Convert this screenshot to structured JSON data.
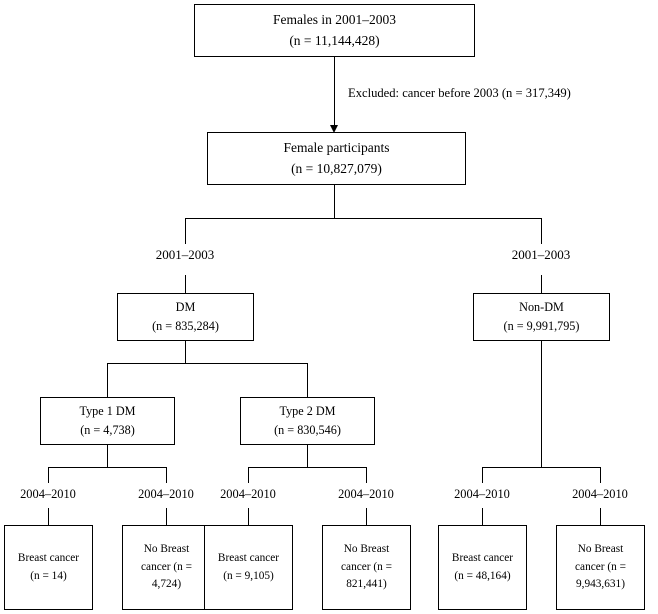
{
  "figure": {
    "type": "flowchart",
    "description": "Study population selection flow diagram for breast cancer risk in women with diabetes mellitus"
  },
  "nodes": {
    "root": {
      "title": "Females in 2001–2003",
      "count": "(n = 11,144,428)"
    },
    "participants": {
      "title": "Female participants",
      "count": "(n = 10,827,079)"
    },
    "dm": {
      "title": "DM",
      "count": "(n = 835,284)"
    },
    "nondm": {
      "title": "Non-DM",
      "count": "(n = 9,991,795)"
    },
    "type1": {
      "title": "Type 1 DM",
      "count": "(n = 4,738)"
    },
    "type2": {
      "title": "Type 2 DM",
      "count": "(n = 830,546)"
    },
    "t1_breast": {
      "line1": "Breast cancer",
      "line2": "(n = 14)",
      "line3": ""
    },
    "t1_nobreast": {
      "line1": "No Breast",
      "line2": "cancer (n =",
      "line3": "4,724)"
    },
    "t2_breast": {
      "line1": "Breast cancer",
      "line2": "(n = 9,105)",
      "line3": ""
    },
    "t2_nobreast": {
      "line1": "No Breast",
      "line2": "cancer (n =",
      "line3": "821,441)"
    },
    "nondm_breast": {
      "line1": "Breast cancer",
      "line2": "(n = 48,164)",
      "line3": ""
    },
    "nondm_nobreast": {
      "line1": "No Breast",
      "line2": "cancer (n =",
      "line3": "9,943,631)"
    }
  },
  "annotations": {
    "excluded": "Excluded: cancer before 2003 (n = 317,349)"
  },
  "periods": {
    "dm_period": "2001–2003",
    "nondm_period": "2001–2003",
    "followup_1": "2004–2010",
    "followup_2": "2004–2010",
    "followup_3": "2004–2010",
    "followup_4": "2004–2010",
    "followup_5": "2004–2010",
    "followup_6": "2004–2010"
  }
}
